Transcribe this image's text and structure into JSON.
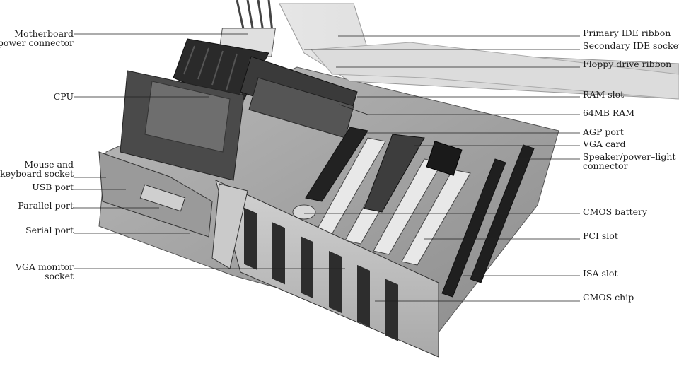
{
  "left_labels": [
    {
      "id": "mb-power",
      "lines": [
        "Motherboard",
        "power connector"
      ]
    },
    {
      "id": "cpu",
      "lines": [
        "CPU"
      ]
    },
    {
      "id": "mouse-kbd",
      "lines": [
        "Mouse and",
        "keyboard socket"
      ]
    },
    {
      "id": "usb",
      "lines": [
        "USB port"
      ]
    },
    {
      "id": "parallel",
      "lines": [
        "Parallel port"
      ]
    },
    {
      "id": "serial",
      "lines": [
        "Serial port"
      ]
    },
    {
      "id": "vga-socket",
      "lines": [
        "VGA monitor",
        "socket"
      ]
    }
  ],
  "right_labels": [
    {
      "id": "primary-ide",
      "lines": [
        "Primary IDE ribbon"
      ]
    },
    {
      "id": "secondary-ide",
      "lines": [
        "Secondary IDE socket"
      ]
    },
    {
      "id": "floppy",
      "lines": [
        "Floppy drive ribbon"
      ]
    },
    {
      "id": "ram-slot",
      "lines": [
        "RAM slot"
      ]
    },
    {
      "id": "ram-64",
      "lines": [
        "64MB RAM"
      ]
    },
    {
      "id": "agp",
      "lines": [
        "AGP port"
      ]
    },
    {
      "id": "vga-card",
      "lines": [
        "VGA card"
      ]
    },
    {
      "id": "speaker",
      "lines": [
        "Speaker/power–light",
        "connector"
      ]
    },
    {
      "id": "cmos-battery",
      "lines": [
        "CMOS battery"
      ]
    },
    {
      "id": "pci",
      "lines": [
        "PCI slot"
      ]
    },
    {
      "id": "isa",
      "lines": [
        "ISA slot"
      ]
    },
    {
      "id": "cmos-chip",
      "lines": [
        "CMOS chip"
      ]
    }
  ]
}
